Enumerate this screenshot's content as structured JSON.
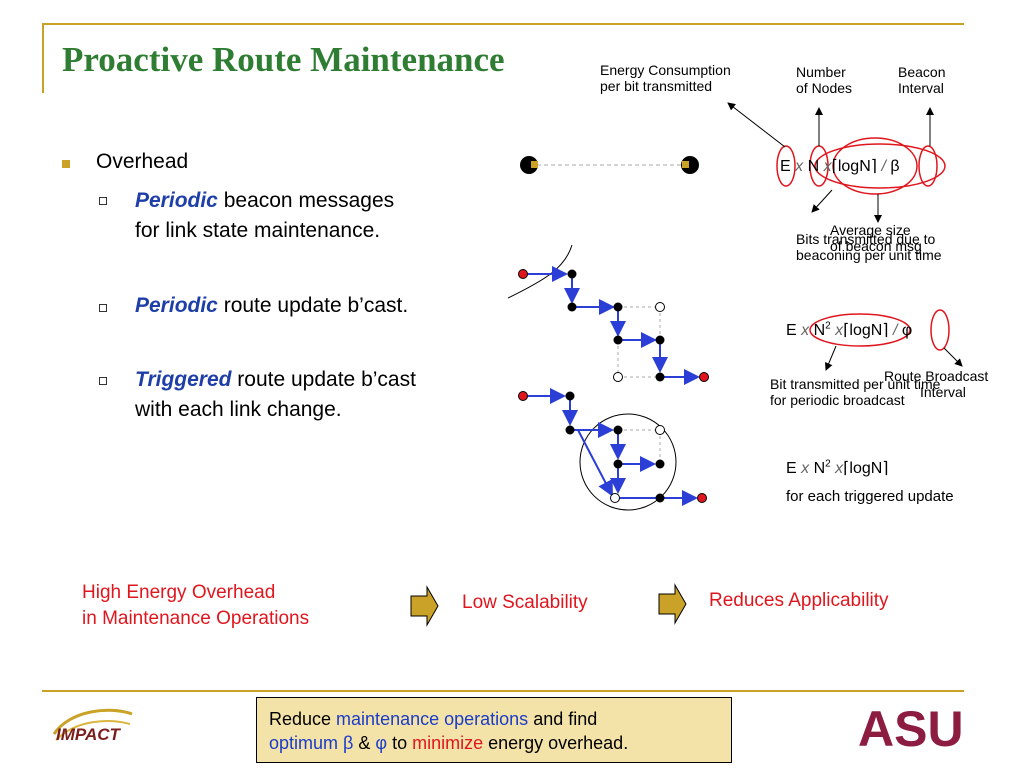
{
  "title": "Proactive Route Maintenance",
  "bullets": {
    "main": "Overhead",
    "sub1_kw": "Periodic",
    "sub1_rest": " beacon messages",
    "sub1_line2": "for link state maintenance.",
    "sub2_kw": "Periodic",
    "sub2_rest": " route update b’cast.",
    "sub3_kw": "Triggered",
    "sub3_rest": " route update b’cast",
    "sub3_line2": "with each link change."
  },
  "annotations": {
    "energy_line1": "Energy Consumption",
    "energy_line2": "per bit transmitted",
    "nodes_line1": "Number",
    "nodes_line2": "of Nodes",
    "beacon_line1": "Beacon",
    "beacon_line2": "Interval",
    "avg_line1": "Average size",
    "avg_line2": "of beacon msg",
    "bits_line1": "Bits transmitted due to",
    "bits_line2": "beaconing per unit time",
    "route_line1": "Route Broadcast",
    "route_line2": "Interval",
    "bitpu_line1": "Bit transmitted per unit time",
    "bitpu_line2": "for periodic broadcast",
    "triggered": "for each triggered update"
  },
  "formulas": {
    "f1_e": "E",
    "f1_x1": "x",
    "f1_n": "N",
    "f1_x2": "x",
    "f1_log": "⌈logN⌉",
    "f1_slash": "/",
    "f1_beta": "β",
    "f2_e": "E",
    "f2_x1": "x",
    "f2_n": "N",
    "f2_sup": "2",
    "f2_x2": "x",
    "f2_log": "⌈logN⌉",
    "f2_slash": "/",
    "f2_phi": "φ",
    "f3_e": "E",
    "f3_x1": "x",
    "f3_n": "N",
    "f3_sup": "2",
    "f3_x2": "x",
    "f3_log": "⌈logN⌉"
  },
  "bottom": {
    "high_line1": "High Energy Overhead",
    "high_line2": "in Maintenance Operations",
    "low": "Low Scalability",
    "reduces": "Reduces Applicability"
  },
  "callout": {
    "p1": "Reduce ",
    "p2": "maintenance operations",
    "p3": " and find",
    "p4": "optimum β",
    "p5": " & ",
    "p6": "φ",
    "p7": " to ",
    "p8": "minimize",
    "p9": " energy overhead."
  },
  "logos": {
    "impact": "IMPACT",
    "asu": "ASU"
  },
  "colors": {
    "title": "#2e7d32",
    "accent": "#c9a227",
    "keyword": "#1f3fa8",
    "red": "#e0161e",
    "blue": "#1a3cc9",
    "callout_bg": "#f4e3a8"
  }
}
